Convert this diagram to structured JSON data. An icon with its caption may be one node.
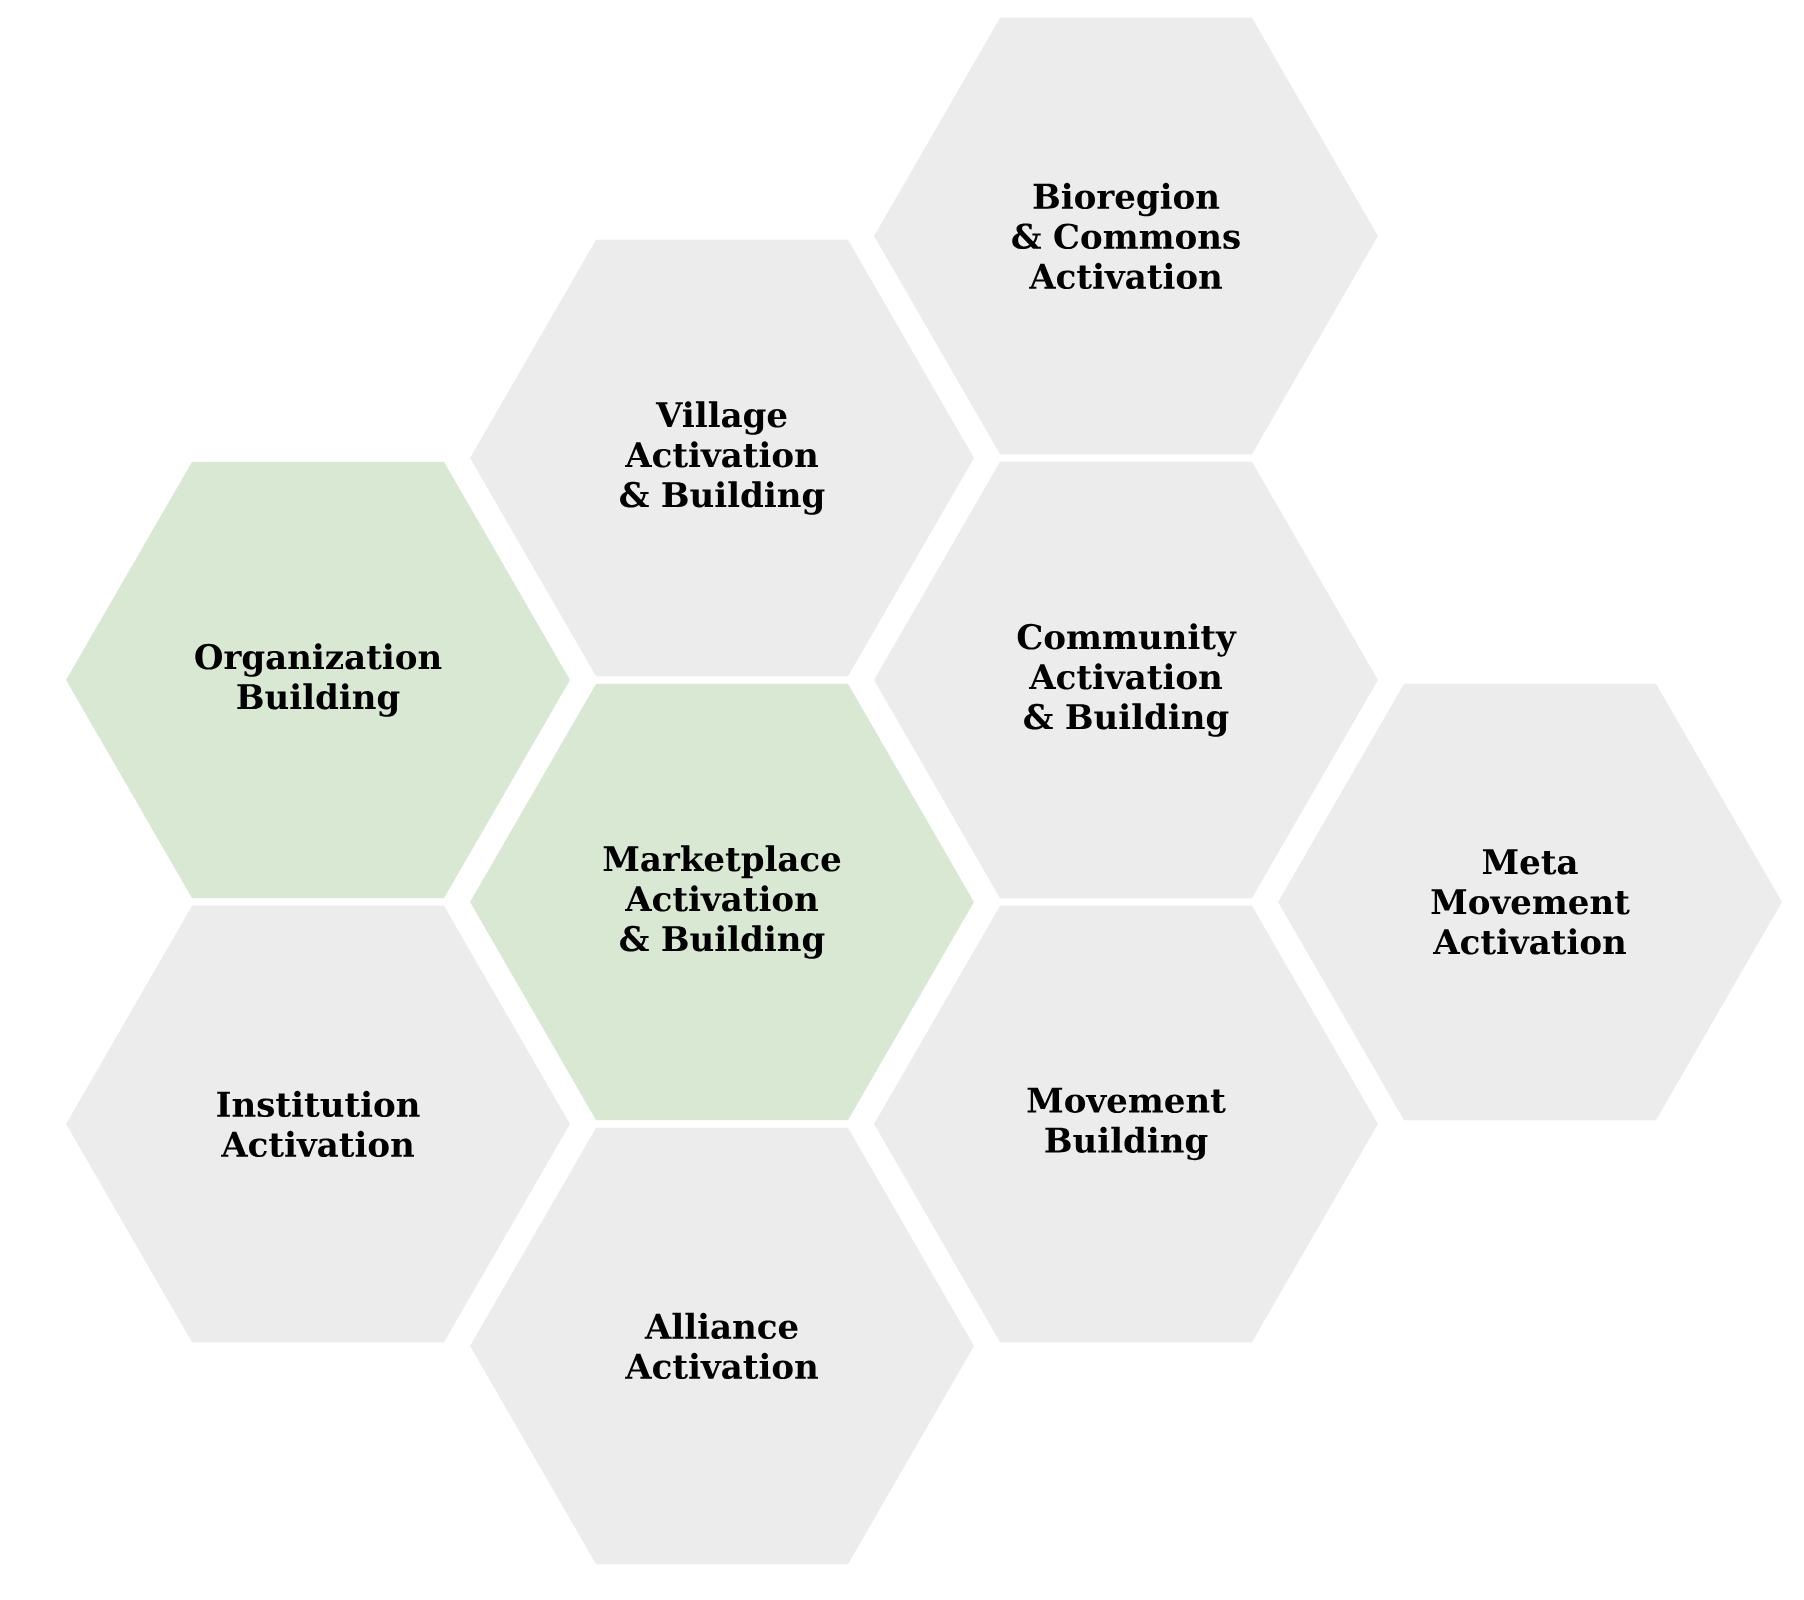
{
  "diagram": {
    "nodes": [
      {
        "text": [
          "Bioregion & Commons Activation"
        ]
      },
      {
        "text": [
          "Village Activation & Building"
        ]
      },
      {
        "text": [
          "Organization Building"
        ]
      },
      {
        "text": [
          "Community Activation & Building"
        ]
      },
      {
        "text": [
          "Marketplace Activation & Building"
        ]
      },
      {
        "text": [
          "Meta Movement Activation"
        ]
      },
      {
        "text": [
          "Institution Activation"
        ]
      },
      {
        "text": [
          "Movement Building"
        ]
      },
      {
        "text": [
          "Alliance Activation"
        ]
      }
    ]
  }
}
